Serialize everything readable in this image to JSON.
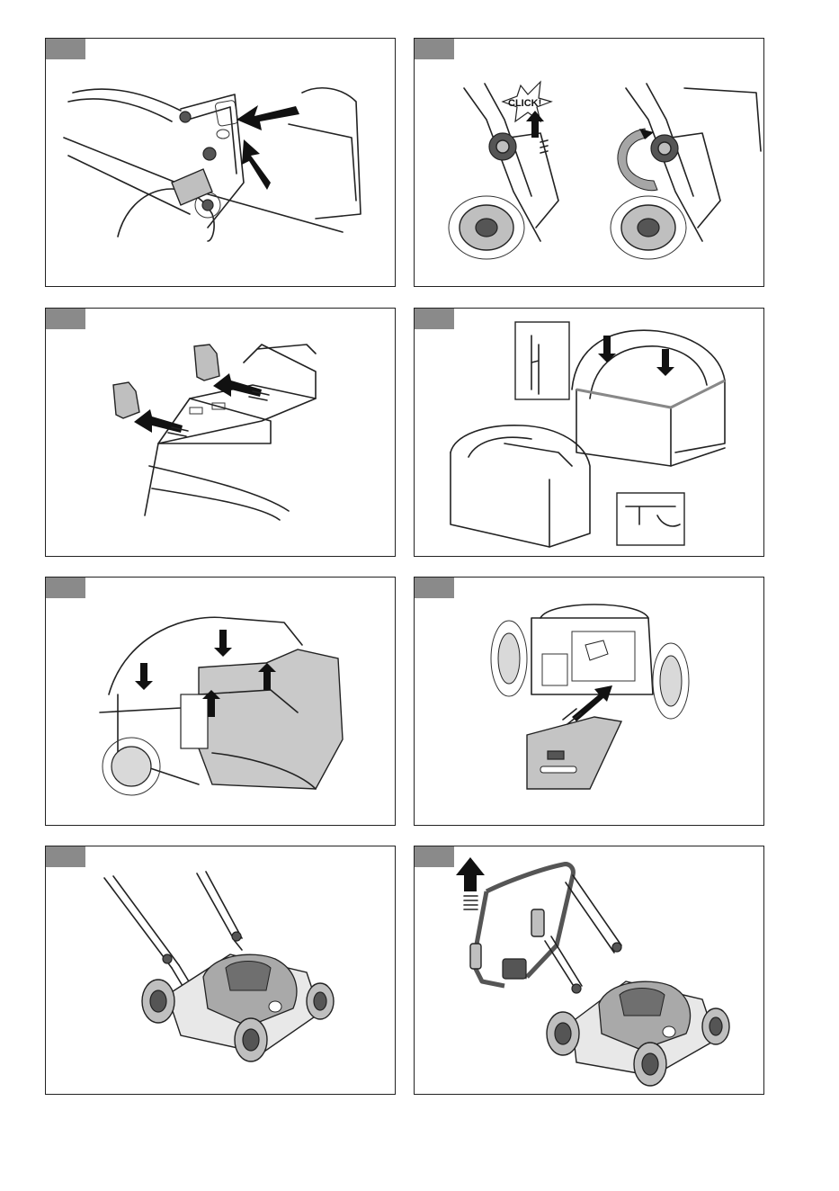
{
  "panels": [
    {
      "id": "p1",
      "tab_color": "#8a8a8a",
      "scene": "handle-bracket-bolts"
    },
    {
      "id": "p2",
      "tab_color": "#8a8a8a",
      "scene": "height-knob-click"
    },
    {
      "id": "p3",
      "tab_color": "#8a8a8a",
      "scene": "clip-insert"
    },
    {
      "id": "p4",
      "tab_color": "#8a8a8a",
      "scene": "grass-bag-assembly"
    },
    {
      "id": "p5",
      "tab_color": "#8a8a8a",
      "scene": "grass-bag-attach"
    },
    {
      "id": "p6",
      "tab_color": "#8a8a8a",
      "scene": "mulch-plug-insert"
    },
    {
      "id": "p7",
      "tab_color": "#8a8a8a",
      "scene": "mower-assembled"
    },
    {
      "id": "p8",
      "tab_color": "#8a8a8a",
      "scene": "handle-lift"
    }
  ],
  "labels": {
    "click": "CLICK!"
  }
}
